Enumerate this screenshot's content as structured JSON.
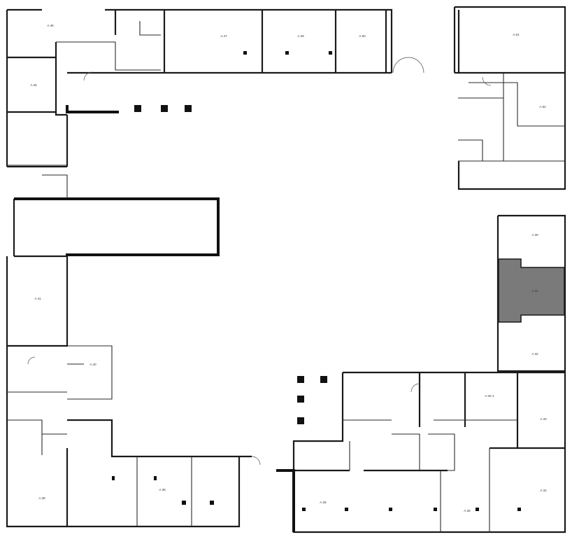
{
  "plan": {
    "highlight_color": "#7a7a7a",
    "wall_color": "#1a1a1a",
    "selected_unit": "A.31",
    "units": [
      {
        "id": "A.46",
        "label": "A.46"
      },
      {
        "id": "A.47",
        "label": "A.47"
      },
      {
        "id": "A.48",
        "label": "A.48"
      },
      {
        "id": "A.50",
        "label": "A.50"
      },
      {
        "id": "A.45",
        "label": "A.45"
      },
      {
        "id": "A.51",
        "label": "A.51"
      },
      {
        "id": "A.52",
        "label": "A.52"
      },
      {
        "id": "A.41",
        "label": "A.41"
      },
      {
        "id": "A.40",
        "label": "A.40"
      },
      {
        "id": "A.30b",
        "label": "A.30"
      },
      {
        "id": "A.31",
        "label": "A.31"
      },
      {
        "id": "A.32",
        "label": "A.32"
      },
      {
        "id": "A.32-1",
        "label": "A.32-1"
      },
      {
        "id": "A.33",
        "label": "A.33"
      },
      {
        "id": "A.38",
        "label": "A.38"
      },
      {
        "id": "A.39",
        "label": "A.39"
      },
      {
        "id": "A.36",
        "label": "A.36"
      },
      {
        "id": "A.35",
        "label": "A.35"
      },
      {
        "id": "A.34",
        "label": "A.34"
      }
    ]
  }
}
